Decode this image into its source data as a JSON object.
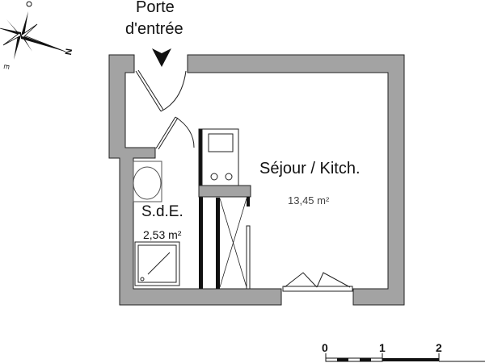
{
  "entrance": {
    "line1": "Porte",
    "line2": "d'entrée"
  },
  "compass": {
    "north": "N",
    "east": "E",
    "west": "O"
  },
  "rooms": [
    {
      "name": "Séjour / Kitch.",
      "area": "13,45 m²"
    },
    {
      "name": "S.d.E.",
      "area": "2,53 m²"
    }
  ],
  "scale": {
    "ticks": [
      "0",
      "1",
      "2"
    ]
  },
  "colors": {
    "wall": "#a3a3a3",
    "outline": "#222222"
  }
}
